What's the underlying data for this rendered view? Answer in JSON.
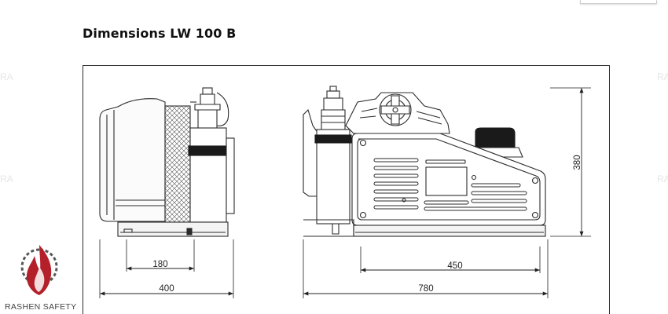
{
  "page": {
    "title": "Dimensions LW 100 B"
  },
  "dimensions": {
    "side_inner_width": "180",
    "side_total_width": "400",
    "front_inner_width": "450",
    "front_total_width": "780",
    "height": "380"
  },
  "watermark": {
    "brand_name": "RASHEN SAFETY",
    "faint_marks": [
      "RA",
      "RA",
      "RA",
      "RA"
    ]
  },
  "colors": {
    "line": "#2b2b2b",
    "logo_red": "#b3202a",
    "logo_dark": "#3a3a3a"
  }
}
